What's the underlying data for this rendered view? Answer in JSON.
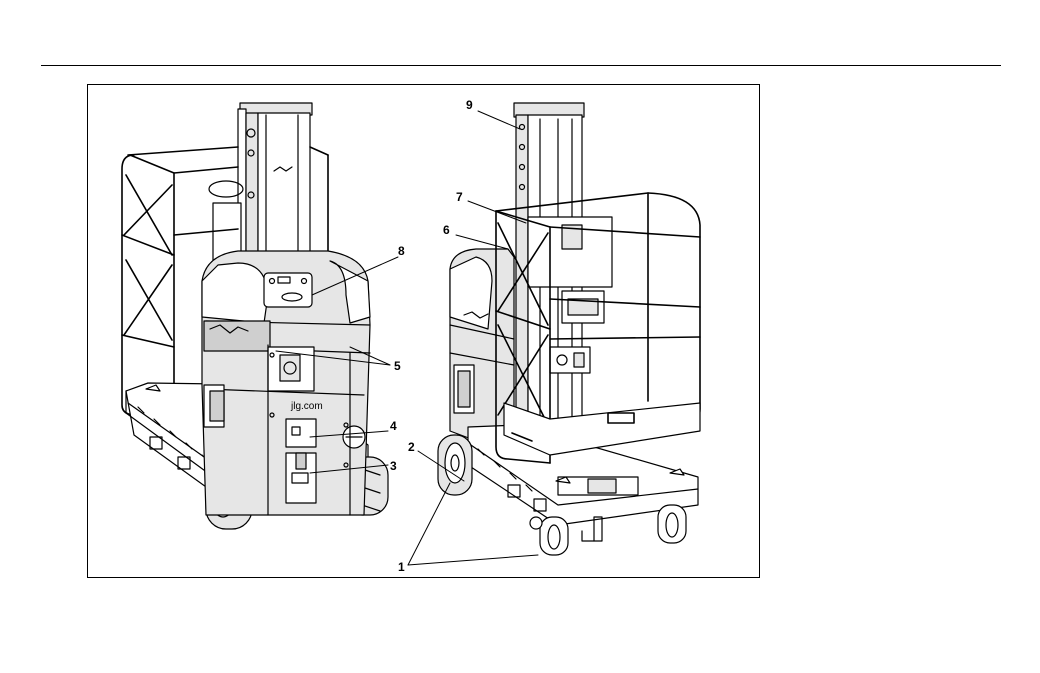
{
  "figure": {
    "callouts": {
      "c1": "1",
      "c2": "2",
      "c3": "3",
      "c4": "4",
      "c5": "5",
      "c6": "6",
      "c7": "7",
      "c8": "8",
      "c9": "9"
    },
    "decals": {
      "brand_url": "jlg.com"
    },
    "colors": {
      "line": "#000000",
      "panel": "#e6e6e6",
      "panel_dark": "#cfcfcf",
      "background": "#ffffff"
    }
  }
}
